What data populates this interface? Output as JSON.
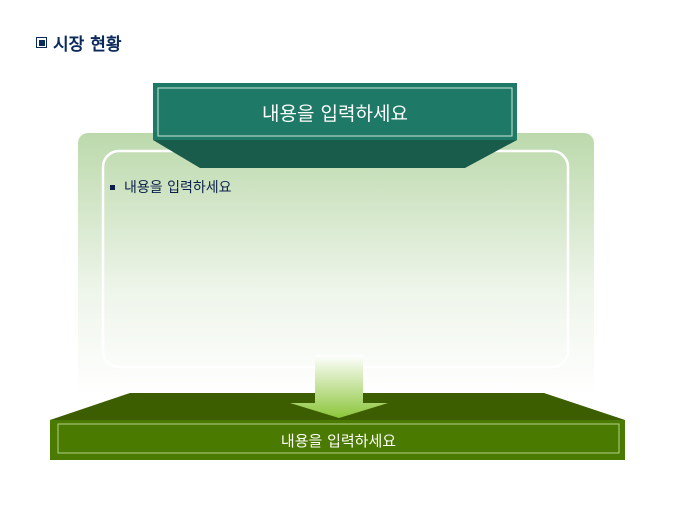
{
  "title": "시장 현황",
  "top_box": {
    "label": "내용을 입력하세요"
  },
  "panel": {
    "bullets": [
      "내용을 입력하세요"
    ]
  },
  "bottom_box": {
    "label": "내용을 입력하세요"
  },
  "colors": {
    "teal": "#1e7a66",
    "green": "#4a7a00",
    "navy": "#0b2a5c"
  }
}
